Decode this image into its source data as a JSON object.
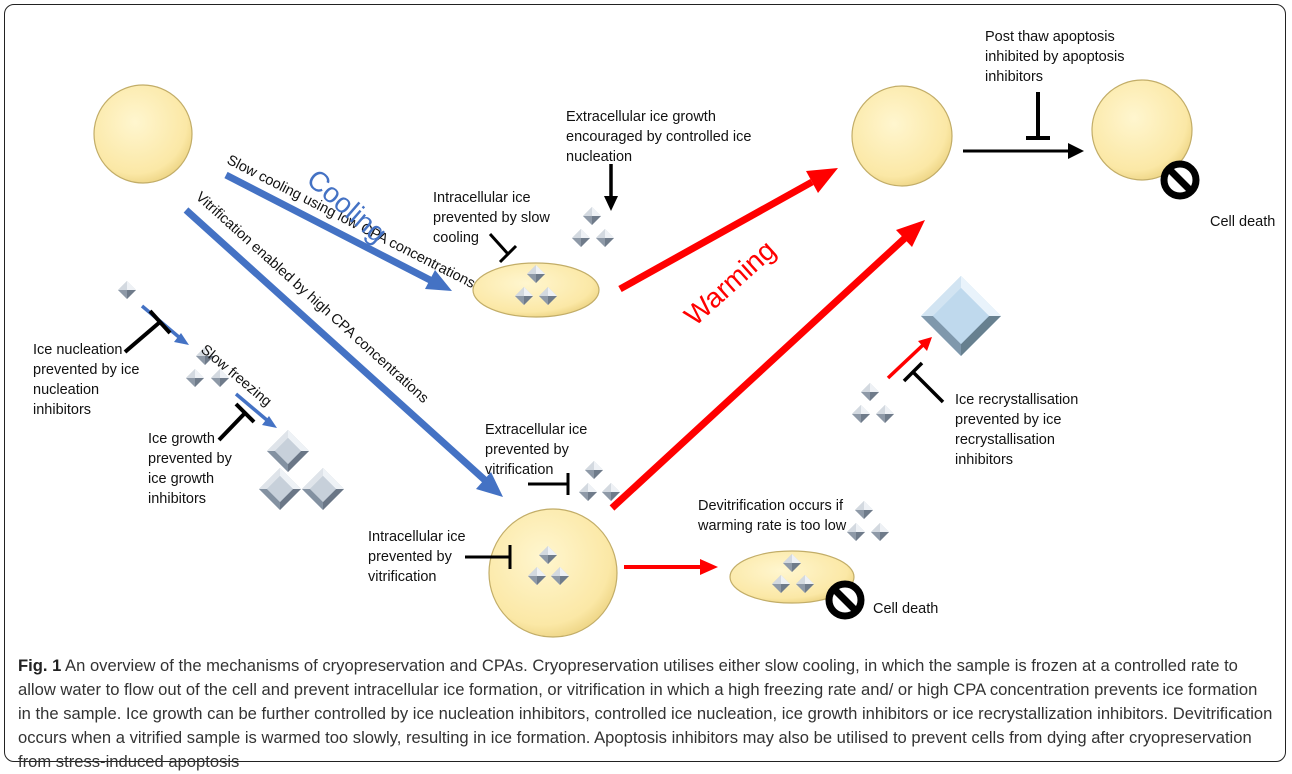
{
  "diagram": {
    "labels": {
      "slow_cooling_path": "Slow cooling using low CPA concentrations",
      "vitrification_path": "Vitrification enabled by high CPA concentrations",
      "cooling": "Cooling",
      "warming": "Warming",
      "slow_freezing": "Slow freezing",
      "extracellular_ice_growth": [
        "Extracellular ice growth",
        "encouraged by controlled ice",
        "nucleation"
      ],
      "intracellular_ice_slow": [
        "Intracellular ice",
        "prevented by slow",
        "cooling"
      ],
      "ice_nucleation": [
        "Ice nucleation",
        "prevented by ice",
        "nucleation",
        "inhibitors"
      ],
      "ice_growth": [
        "Ice growth",
        "prevented by",
        "ice growth",
        "inhibitors"
      ],
      "extracellular_ice_vitri": [
        "Extracellular ice",
        "prevented by",
        "vitrification"
      ],
      "intracellular_ice_vitri": [
        "Intracellular ice",
        "prevented by",
        "vitrification"
      ],
      "devitrification": [
        "Devitrification occurs if",
        "warming rate is too low"
      ],
      "post_thaw": [
        "Post thaw apoptosis",
        "inhibited by apoptosis",
        "inhibitors"
      ],
      "ice_recrystallisation": [
        "Ice recrystallisation",
        "prevented by ice",
        "recrystallisation",
        "inhibitors"
      ],
      "cell_death_top": "Cell death",
      "cell_death_bottom": "Cell death"
    },
    "colors": {
      "cell_fill": "#fbe8a6",
      "cell_stroke": "#b9a35a",
      "cooling_arrow": "#4472c4",
      "warming_arrow": "#ff0000",
      "inhibitor": "#000000",
      "ice_crystal": "#9aa6b4"
    }
  },
  "caption": {
    "figure_number": "Fig. 1",
    "text": "An overview of the mechanisms of cryopreservation and CPAs. Cryopreservation utilises either slow cooling, in which the sample is frozen at a controlled rate to allow water to flow out of the cell and prevent intracellular ice formation, or vitrification in which a high freezing rate and/ or high CPA concentration prevents ice formation in the sample. Ice growth can be further controlled by ice nucleation inhibitors, controlled ice nucleation, ice growth inhibitors or ice recrystallization inhibitors. Devitrification occurs when a vitrified sample is warmed too slowly, resulting in ice formation. Apoptosis inhibitors may also be utilised to prevent cells from dying after cryopreservation from stress-induced apoptosis"
  }
}
